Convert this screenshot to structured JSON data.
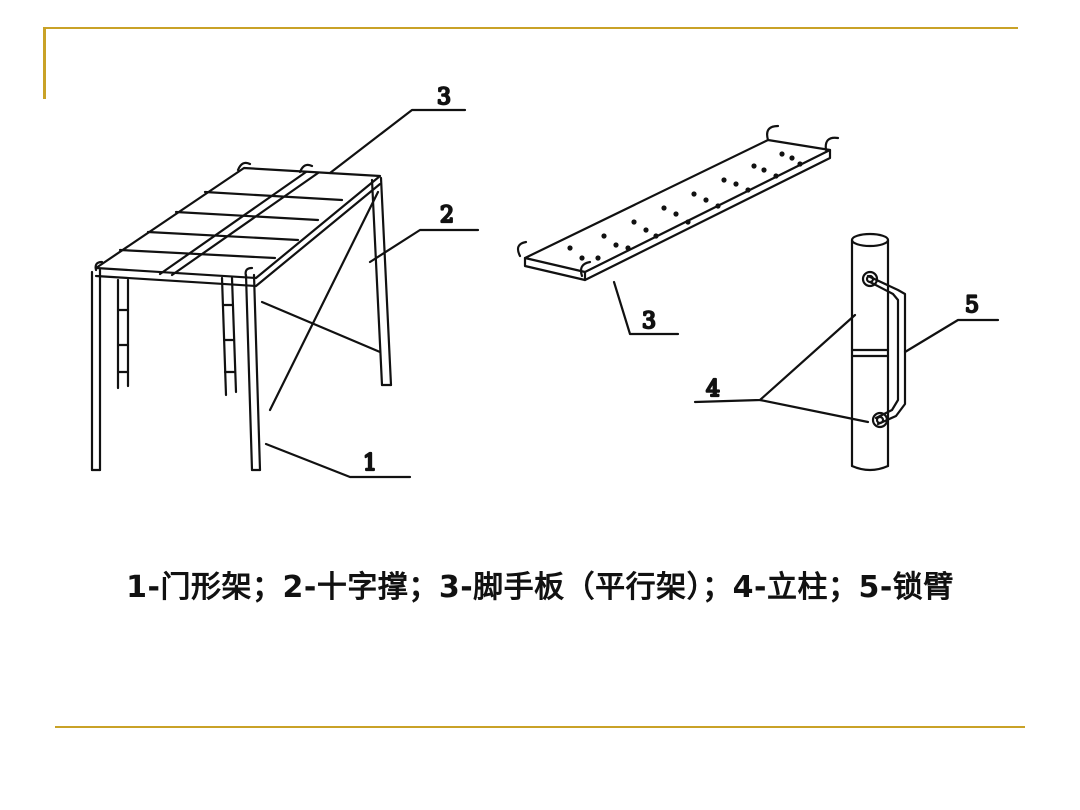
{
  "accent_color": "#c9a227",
  "diagram": {
    "labels": {
      "frame_1": "1",
      "frame_2": "2",
      "frame_3": "3",
      "board_3": "3",
      "column_4": "4",
      "arm_5": "5"
    }
  },
  "caption": "1-门形架；2-十字撑；3-脚手板（平行架）；4-立柱；5-锁臂"
}
